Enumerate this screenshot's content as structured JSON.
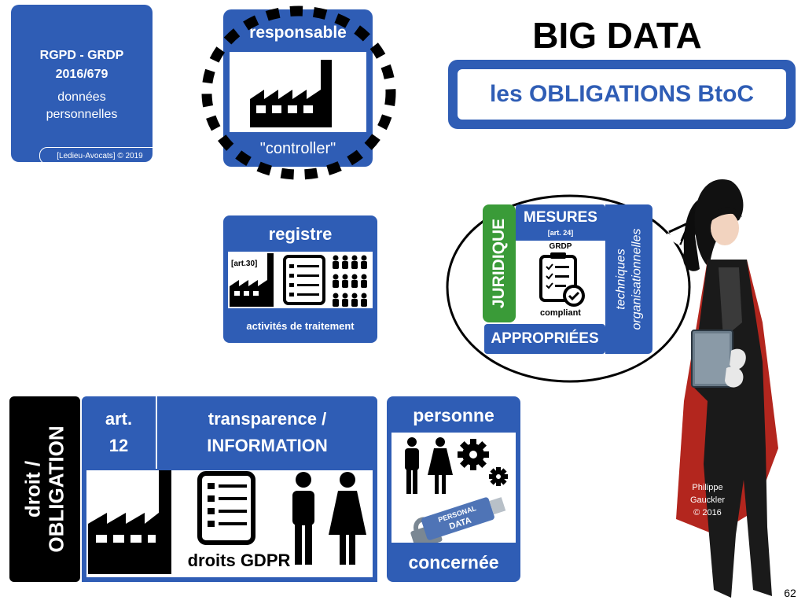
{
  "rgpd": {
    "line1": "RGPD - GRDP",
    "line2": "2016/679",
    "line3": "données",
    "line4": "personnelles",
    "copyright": "[Ledieu-Avocats] © 2019"
  },
  "responsable": {
    "title": "responsable",
    "subtitle": "\"controller\""
  },
  "header": {
    "title": "BIG DATA",
    "subtitle": "les OBLIGATIONS BtoC"
  },
  "registre": {
    "title": "registre",
    "article": "[art.30]",
    "subtitle": "activités de traitement"
  },
  "mesures": {
    "title": "MESURES",
    "article": "[art. 24]",
    "grdp": "GRDP",
    "compliant": "compliant",
    "juridique": "JURIDIQUE",
    "techniques": "techniques",
    "organisationnelles": "organisationnelles",
    "appropriees": "APPROPRIÉES"
  },
  "obligation": {
    "droit": "droit /",
    "obligation": "OBLIGATION",
    "art_line1": "art.",
    "art_line2": "12",
    "transp_line1": "transparence /",
    "transp_line2": "INFORMATION",
    "droits_gdpr": "droits GDPR"
  },
  "personne": {
    "title": "personne",
    "subtitle": "concernée",
    "usb_line1": "PERSONAL",
    "usb_line2": "DATA"
  },
  "credit": {
    "line1": "Philippe",
    "line2": "Gauckler",
    "line3": "© 2016"
  },
  "page_number": "62",
  "colors": {
    "brand_blue": "#2f5db5",
    "green": "#3a9b38",
    "black": "#000000"
  }
}
